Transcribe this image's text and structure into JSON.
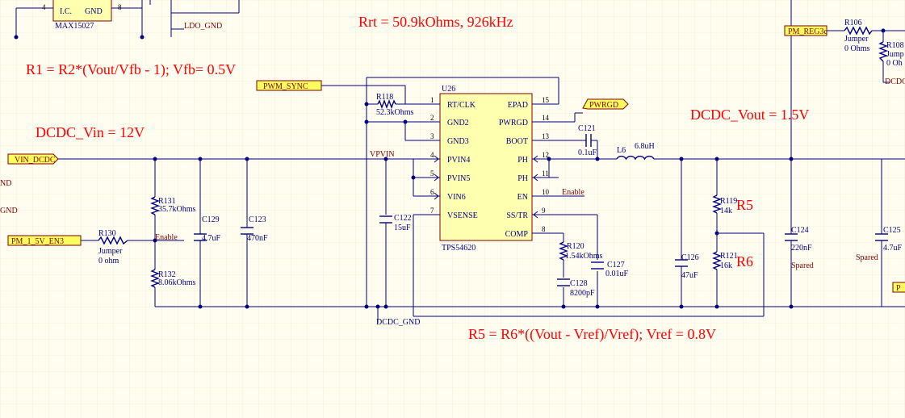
{
  "annotations": {
    "rrt": "Rrt = 50.9kOhms, 926kHz",
    "r1_formula": "R1 = R2*(Vout/Vfb - 1); Vfb= 0.5V",
    "vin": "DCDC_Vin = 12V",
    "vout": "DCDC_Vout = 1.5V",
    "r5": "R5",
    "r6": "R6",
    "r5_formula": "R5 = R6*((Vout - Vref)/Vref); Vref = 0.8V"
  },
  "ldo": {
    "pin_left": "4",
    "pin_right": "8",
    "label_ic": "I.C.",
    "label_gnd": "GND",
    "part": "MAX15027",
    "net": "LDO_GND"
  },
  "u26": {
    "ref": "U26",
    "part": "TPS54620",
    "left_pins": [
      {
        "num": "1",
        "name": "RT/CLK"
      },
      {
        "num": "2",
        "name": "GND2"
      },
      {
        "num": "3",
        "name": "GND3"
      },
      {
        "num": "4",
        "name": "PVIN4"
      },
      {
        "num": "5",
        "name": "PVIN5"
      },
      {
        "num": "6",
        "name": "VIN6"
      },
      {
        "num": "7",
        "name": "VSENSE"
      }
    ],
    "right_pins": [
      {
        "num": "15",
        "name": "EPAD"
      },
      {
        "num": "14",
        "name": "PWRGD"
      },
      {
        "num": "13",
        "name": "BOOT"
      },
      {
        "num": "12",
        "name": "PH"
      },
      {
        "num": "11",
        "name": "PH"
      },
      {
        "num": "10",
        "name": "EN"
      },
      {
        "num": "9",
        "name": "SS/TR"
      },
      {
        "num": "8",
        "name": "COMP"
      }
    ]
  },
  "ports": {
    "pwm_sync": "PWM_SYNC",
    "pwrgd": "PWRGD",
    "vin_dcdc": "VIN_DCDC",
    "pm_en": "PM_1_5V_EN3",
    "pm_reg": "PM_REG3c"
  },
  "nets": {
    "vpvin": "VPVIN",
    "enable_left": "Enable",
    "enable_right": "Enable",
    "dcdc_gnd": "DCDC_GND",
    "left_nd": "ND",
    "left_gnd": "GND",
    "right_dcdc": "DCDC"
  },
  "components": {
    "r118": {
      "ref": "R118",
      "value": "52.3kOhms"
    },
    "r130": {
      "ref": "R130",
      "value": "Jumper",
      "value2": "0 ohm"
    },
    "r131": {
      "ref": "R131",
      "value": "35.7kOhms"
    },
    "r132": {
      "ref": "R132",
      "value": "8.06kOhms"
    },
    "c129": {
      "ref": "C129",
      "value": "4.7uF"
    },
    "c123": {
      "ref": "C123",
      "value": "470nF"
    },
    "c122": {
      "ref": "C122",
      "value": "15uF"
    },
    "c121": {
      "ref": "C121",
      "value": "0.1uF"
    },
    "l6": {
      "ref": "L6",
      "value": "6.8uH"
    },
    "r120": {
      "ref": "R120",
      "value": "1.54kOhms"
    },
    "c127": {
      "ref": "C127",
      "value": "0.01uF"
    },
    "c128": {
      "ref": "C128",
      "value": "8200pF"
    },
    "c126": {
      "ref": "C126",
      "value": "47uF"
    },
    "r119": {
      "ref": "R119",
      "value": "14k"
    },
    "r121": {
      "ref": "R121",
      "value": "16k"
    },
    "c124": {
      "ref": "C124",
      "value": "220nF",
      "note": "Spared"
    },
    "c125": {
      "ref": "C125",
      "value": "4.7uF",
      "note": "Spared"
    },
    "r106": {
      "ref": "R106",
      "value": "Jumper",
      "value2": "0 Ohms"
    },
    "r108": {
      "ref": "R108",
      "value": "Jump",
      "value2": "0 Oh"
    }
  }
}
